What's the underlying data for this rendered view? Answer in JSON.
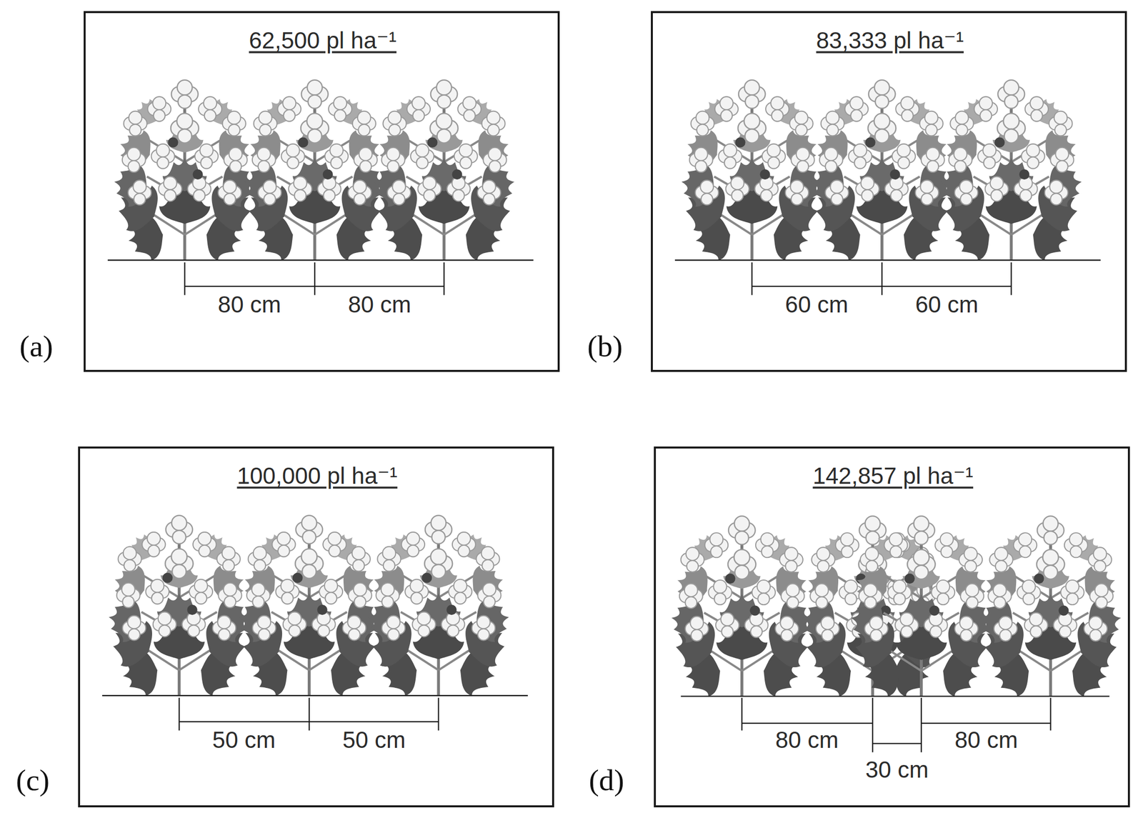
{
  "diagram": {
    "nodes": [
      {
        "text": [
          "62,500 pl ha⁻¹",
          "80 cm",
          "80 cm"
        ]
      },
      {
        "text": [
          "83,333 pl ha⁻¹",
          "60 cm",
          "60 cm"
        ]
      },
      {
        "text": [
          "100,000 pl ha⁻¹",
          "50 cm",
          "50 cm"
        ]
      },
      {
        "text": [
          "142,857 pl ha⁻¹",
          "80 cm",
          "30 cm",
          "80 cm"
        ]
      }
    ],
    "labels": [
      "(a)",
      "(b)",
      "(c)",
      "(d)"
    ]
  }
}
